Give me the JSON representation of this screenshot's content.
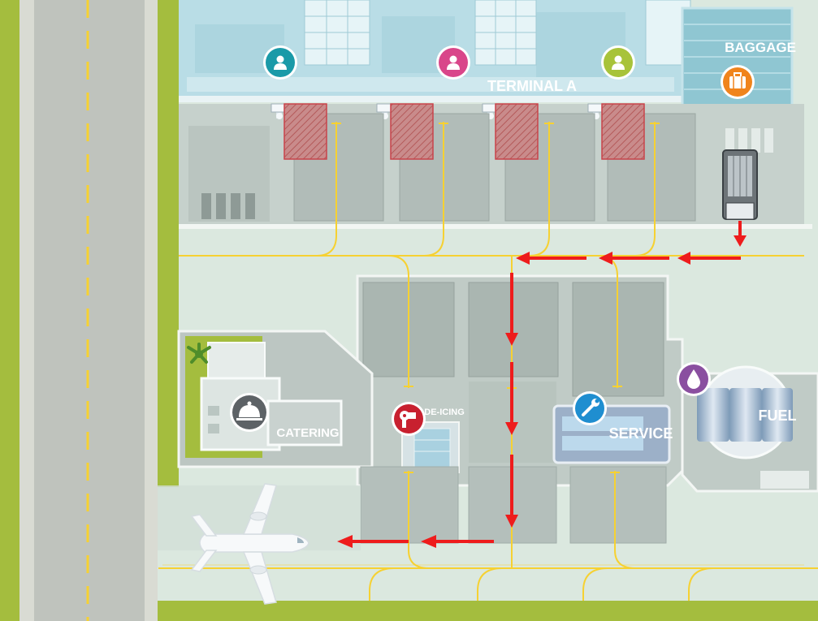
{
  "labels": {
    "terminal": "TERMINAL A",
    "baggage": "BAGGAGE",
    "catering": "CATERING",
    "deicing": "DE-ICING",
    "service": "SERVICE",
    "fuel": "FUEL"
  },
  "icons": {
    "gate_passenger_icon": "person-icon",
    "baggage_icon": "suitcase-icon",
    "catering_icon": "cloche-icon",
    "deicing_icon": "hair-dryer-icon",
    "service_icon": "wrench-icon",
    "fuel_icon": "droplet-icon",
    "aircraft_icon": "airplane-icon",
    "baggage_vehicle_icon": "baggage-tug-icon",
    "tree_icon": "palm-tree-icon"
  },
  "colors": {
    "gate_1": "#1a9aa8",
    "gate_2": "#d9468a",
    "gate_3": "#a8c33a",
    "baggage": "#f0841c",
    "catering": "#5d6266",
    "deicing": "#c8202f",
    "service": "#1f8ed0",
    "fuel": "#8a4fa0",
    "route_arrow": "#ee1c1c",
    "taxi_line": "#f6d132",
    "grass": "#a4bd3e"
  }
}
